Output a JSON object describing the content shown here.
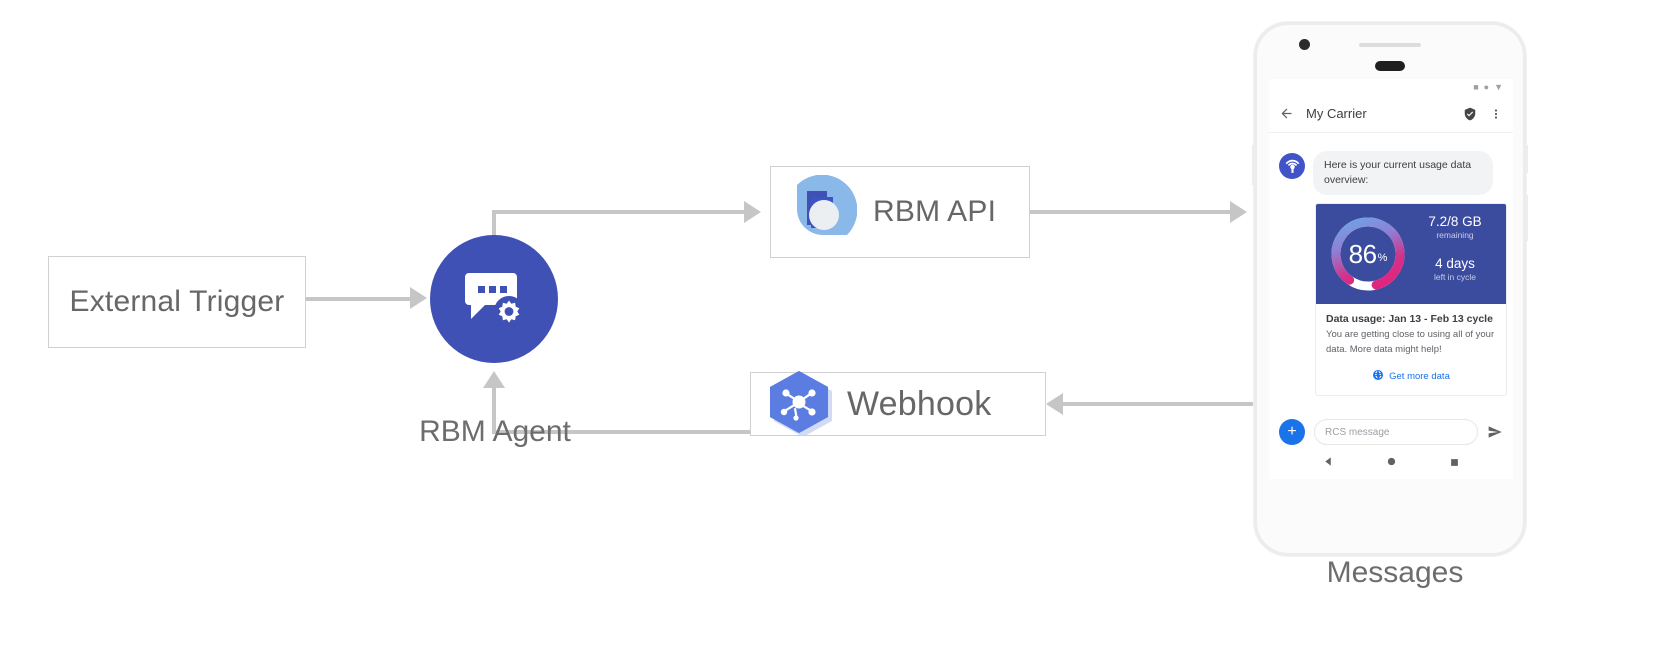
{
  "diagram": {
    "nodes": {
      "external_trigger": {
        "label": "External Trigger"
      },
      "rbm_agent": {
        "label": "RBM Agent",
        "icon": "chat-gear-icon"
      },
      "rbm_api": {
        "label": "RBM API",
        "icon": "rbm-droplet-icon"
      },
      "webhook": {
        "label": "Webhook",
        "icon": "webhook-hexagon-icon"
      },
      "messages": {
        "label": "Messages"
      }
    },
    "colors": {
      "agent_blue": "#3f51b5",
      "connector_gray": "#c6c6c6",
      "box_border": "#d0d0d0",
      "label_gray": "#676767"
    }
  },
  "phone": {
    "status_bar": {
      "glyphs": [
        "square",
        "circle",
        "triangle-down"
      ]
    },
    "app_bar": {
      "back_icon": "back-arrow-icon",
      "title": "My Carrier",
      "verified_icon": "verified-shield-icon",
      "overflow_icon": "overflow-menu-icon"
    },
    "conversation": {
      "incoming_message": "Here is your current usage data overview:",
      "avatar_icon": "carrier-signal-icon"
    },
    "rich_card": {
      "gauge": {
        "value": "86",
        "unit": "%",
        "percent": 86
      },
      "stats": [
        {
          "primary": "7.2/8 GB",
          "secondary": "remaining"
        },
        {
          "primary": "4 days",
          "secondary": "left in cycle"
        }
      ],
      "title": "Data usage: Jan 13 - Feb 13 cycle",
      "description": "You are getting close to using all of your data. More data might help!",
      "action": {
        "icon": "globe-icon",
        "label": "Get more data"
      },
      "colors": {
        "media_bg": "#3b4b9e",
        "link_blue": "#1a73e8"
      }
    },
    "composer": {
      "plus_icon": "plus-icon",
      "placeholder": "RCS message",
      "value": "",
      "send_icon": "send-icon"
    },
    "nav_bar": {
      "back": "nav-back-icon",
      "home": "nav-home-icon",
      "recents": "nav-recents-icon"
    }
  }
}
